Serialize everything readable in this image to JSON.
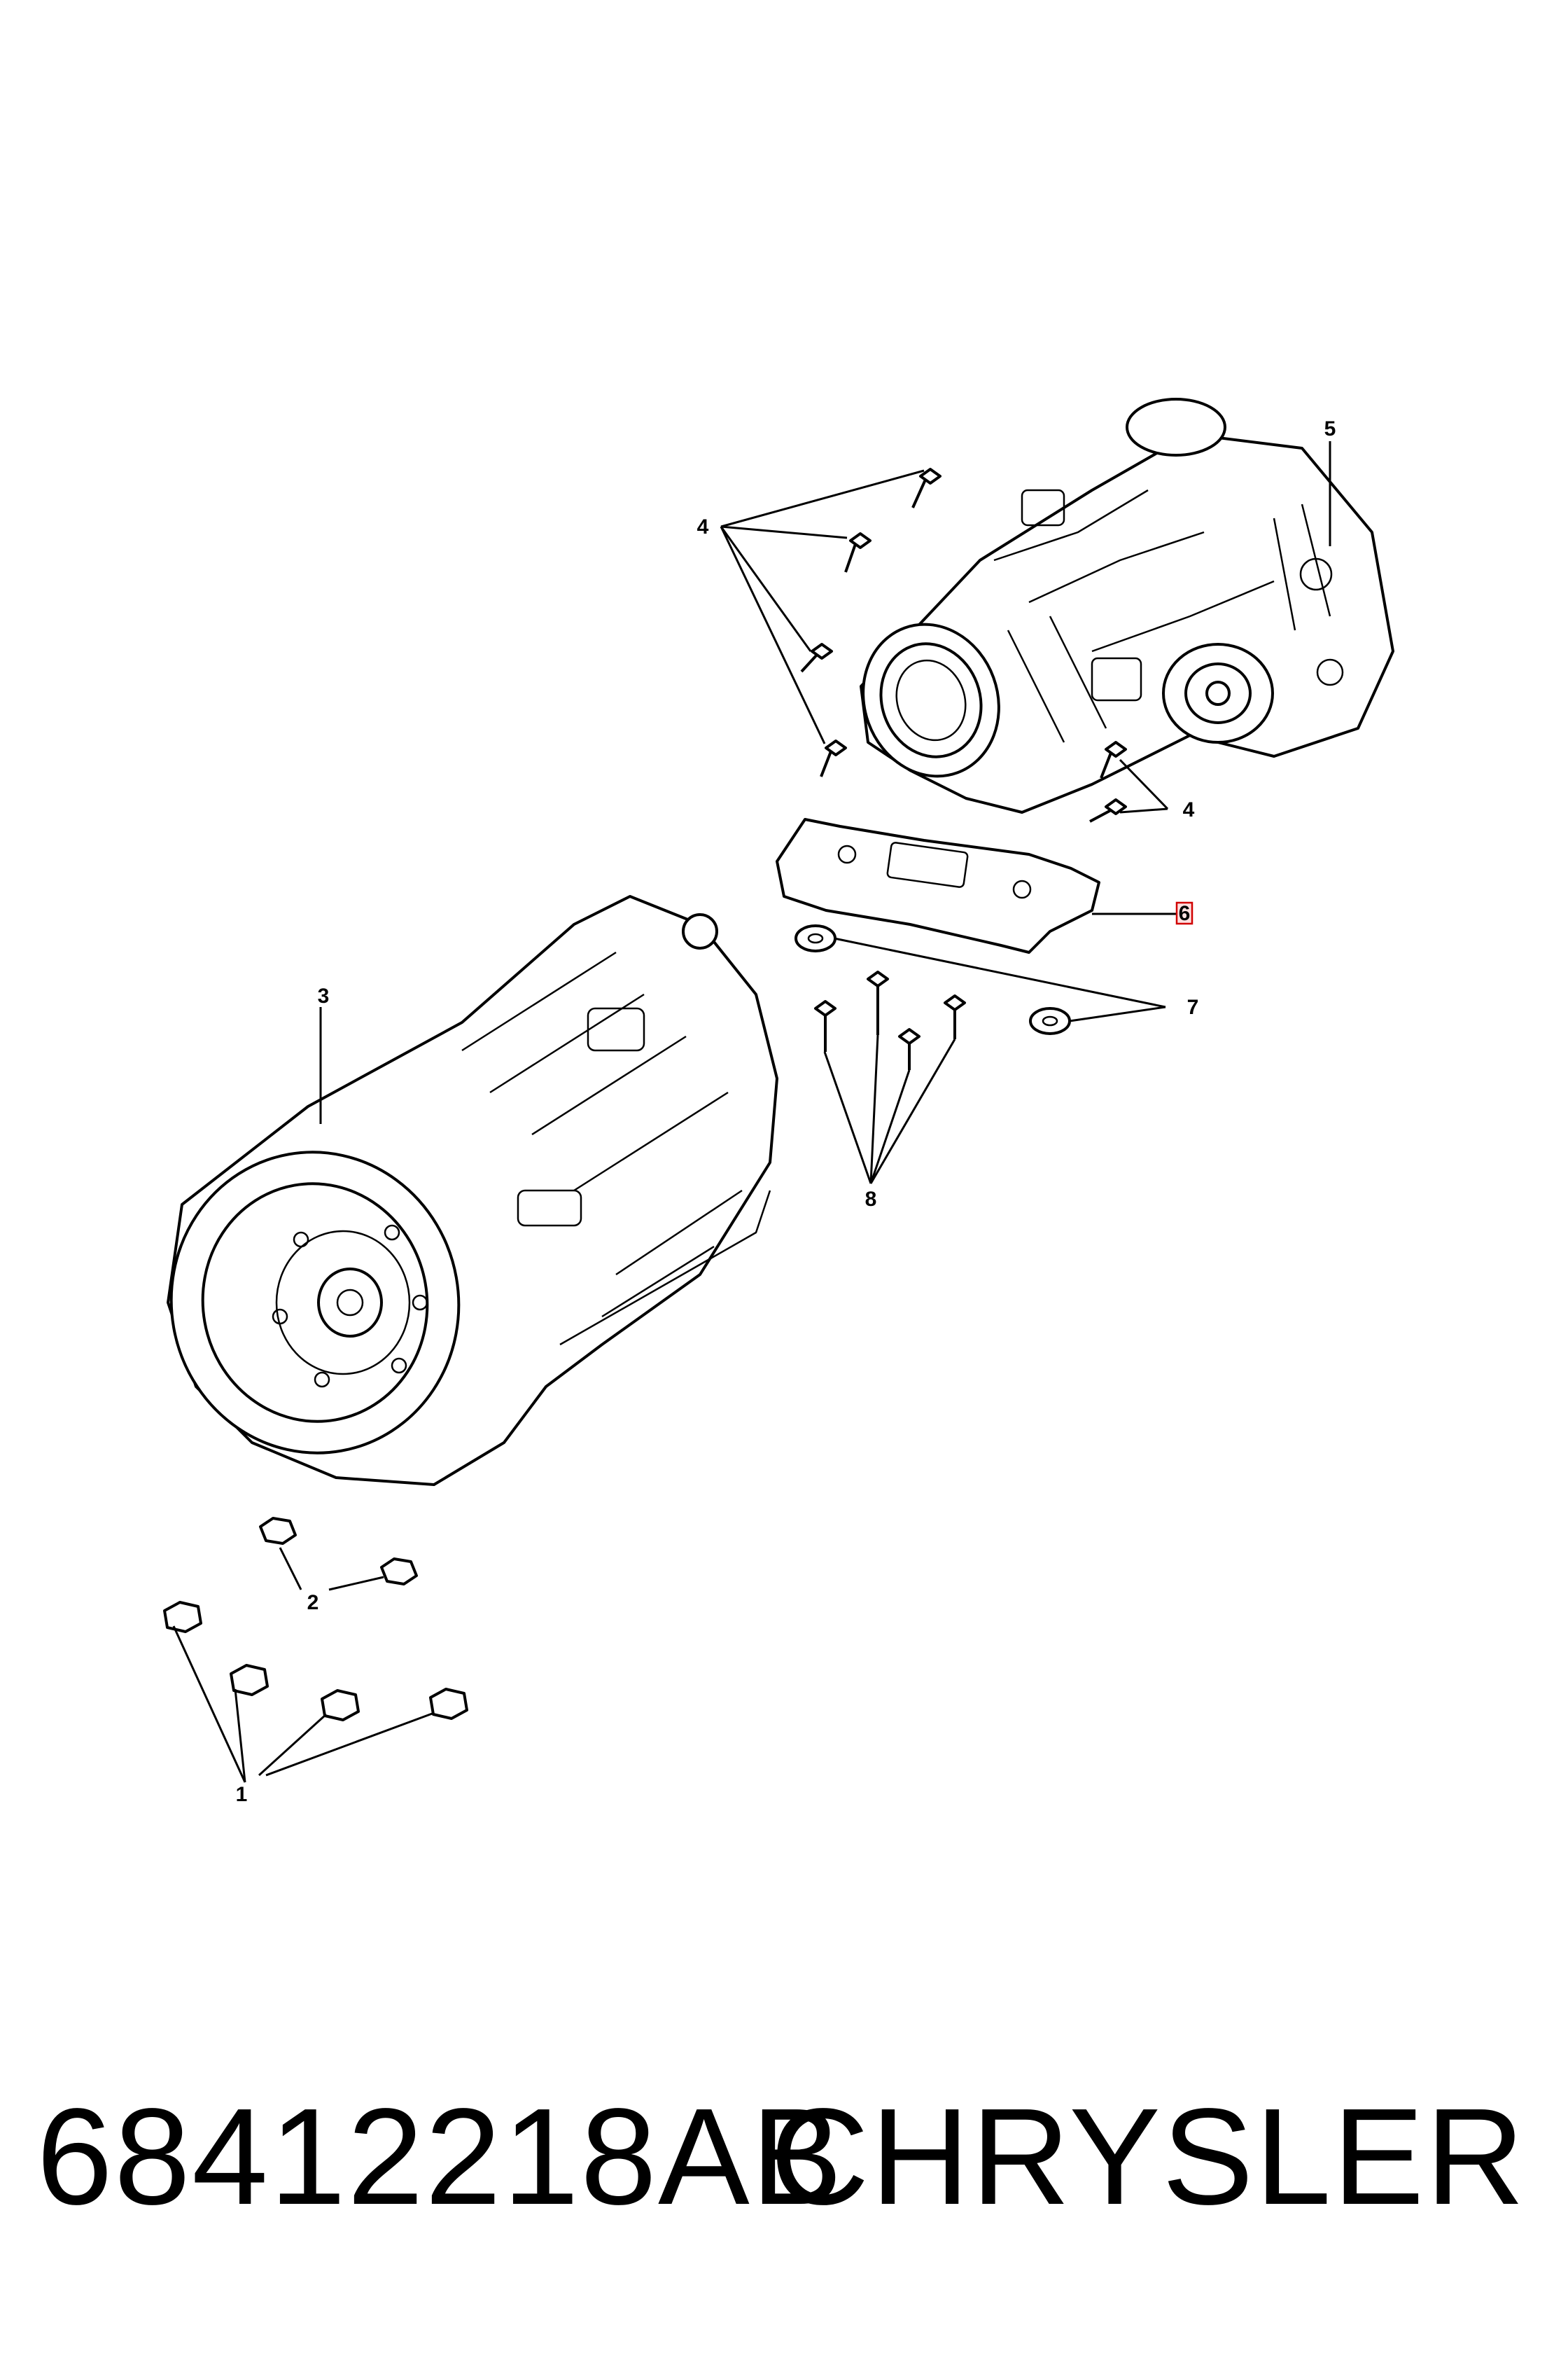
{
  "callouts": {
    "c1": "1",
    "c2": "2",
    "c3": "3",
    "c4a": "4",
    "c4b": "4",
    "c5": "5",
    "c6": "6",
    "c7": "7",
    "c8": "8"
  },
  "footer": {
    "part_number": "68412218AB",
    "brand": "CHRYSLER"
  },
  "colors": {
    "highlight_border": "#d00000",
    "line": "#000000",
    "background": "#ffffff"
  }
}
